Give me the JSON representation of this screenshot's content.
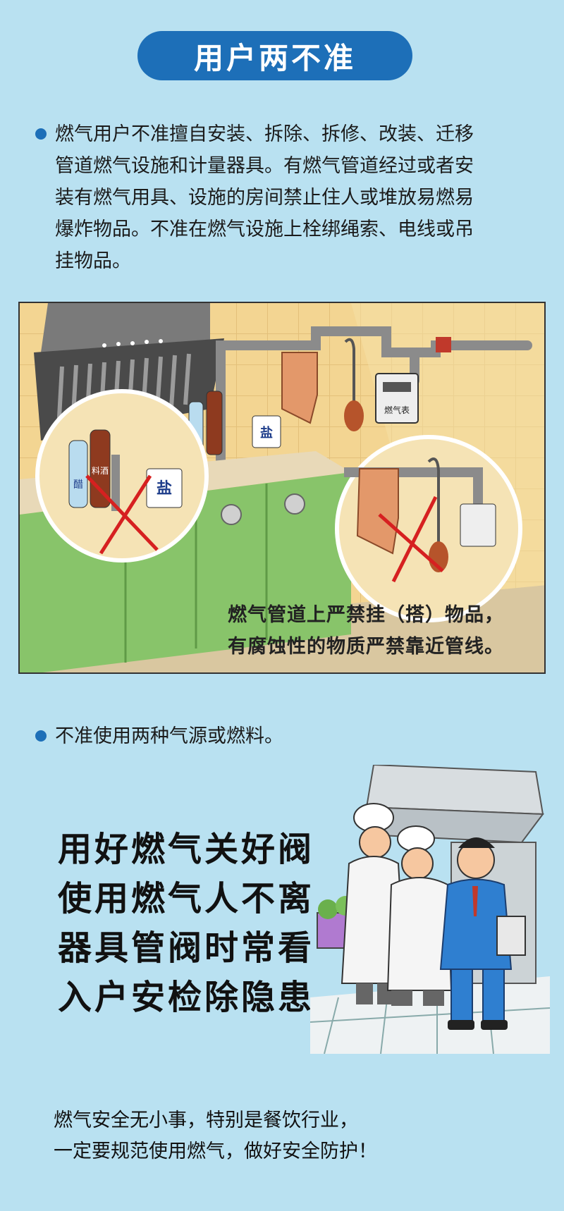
{
  "title": "用户两不准",
  "accent_color": "#1d6fb8",
  "background_color": "#b9e1f1",
  "bullet1": {
    "line1": "燃气用户不准擅自安装、拆除、拆修、改装、迁移",
    "line2": "管道燃气设施和计量器具。有燃气管道经过或者安",
    "line3": "装有燃气用具、设施的房间禁止住人或堆放易燃易",
    "line4": "爆炸物品。不准在燃气设施上栓绑绳索、电线或吊",
    "line5": "挂物品。"
  },
  "kitchen_illustration": {
    "label_salt": "盐",
    "label_vinegar": "醋",
    "label_cooking_wine": "料酒",
    "meter_label": "燃气表",
    "caption_line1": "燃气管道上严禁挂（搭）物品，",
    "caption_line2": "有腐蚀性的物质严禁靠近管线。"
  },
  "bullet2": {
    "text": "不准使用两种气源或燃料。"
  },
  "slogan": {
    "line1": "用好燃气关好阀",
    "line2": "使用燃气人不离",
    "line3": "器具管阀时常看",
    "line4": "入户安检除隐患"
  },
  "closing": {
    "line1": "燃气安全无小事，特别是餐饮行业，",
    "line2": "一定要规范使用燃气，做好安全防护！"
  }
}
